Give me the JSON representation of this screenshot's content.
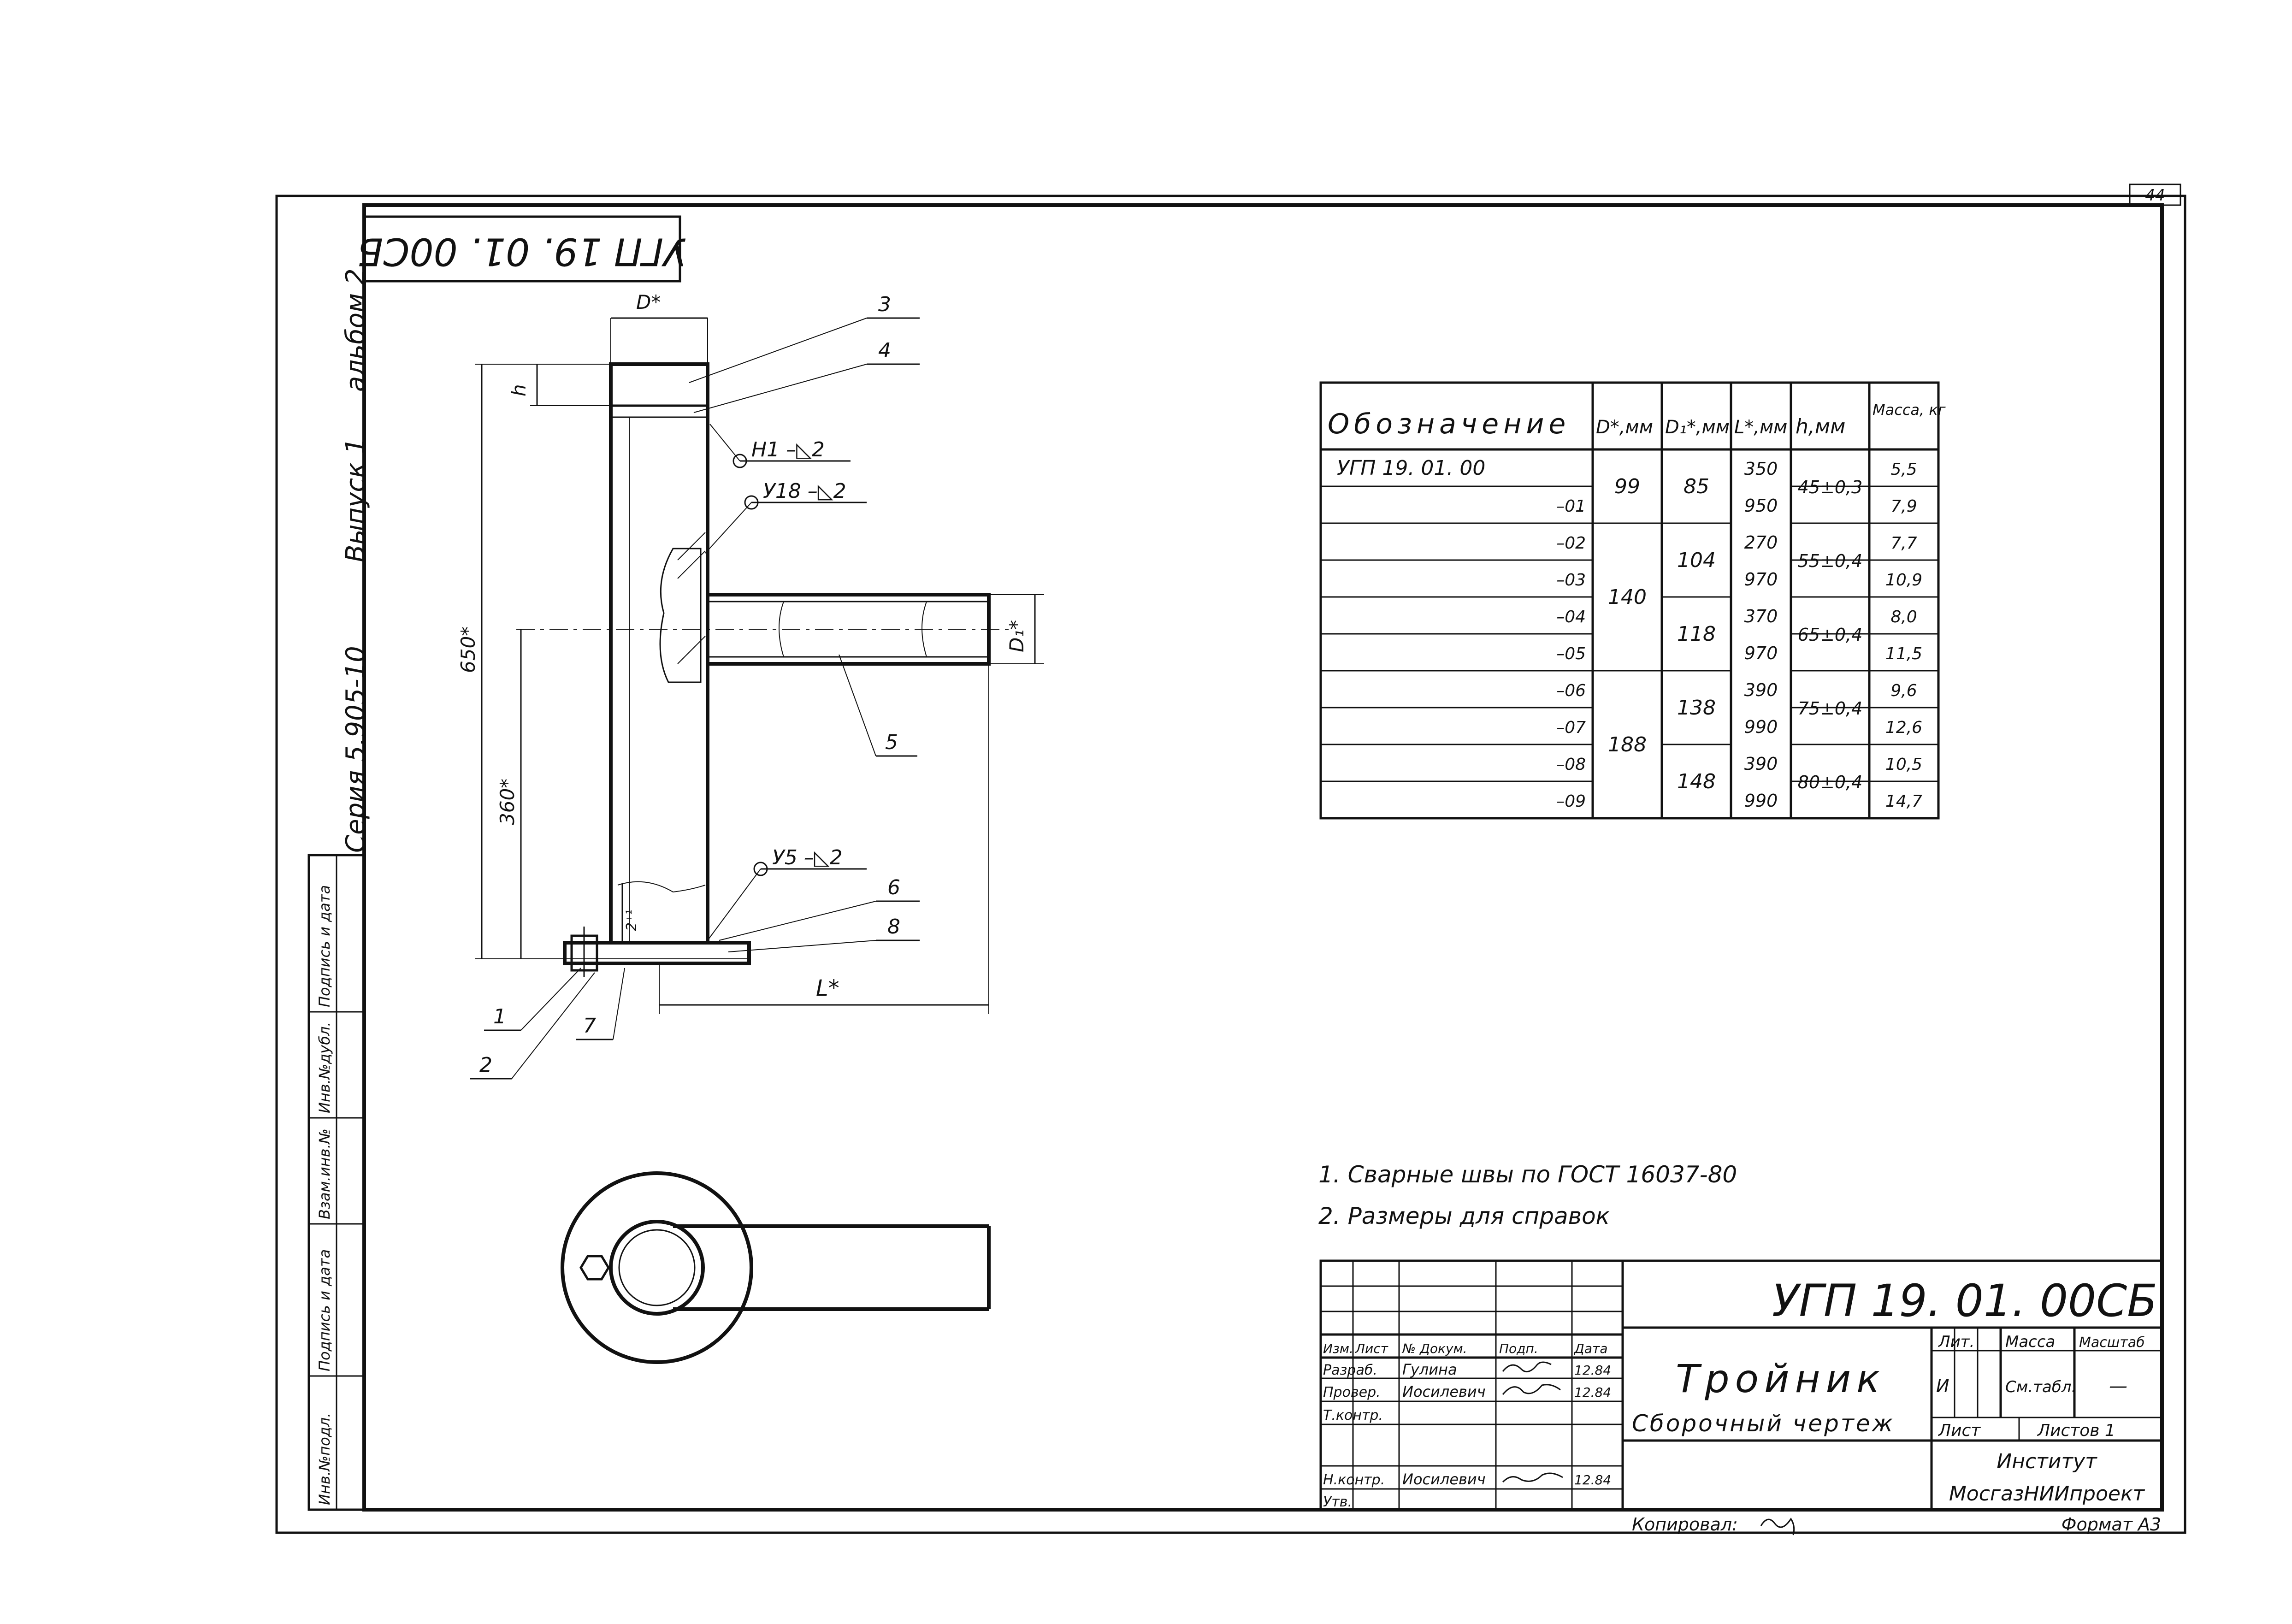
{
  "page_number": "44",
  "drawing_code_rotated": "УГП 19. 01. 00СБ",
  "series_text": "Серия 5.905-10",
  "issue_text": "Выпуск 1",
  "album_text": "альбом 2",
  "side_stamp": [
    "Инв.№подл.",
    "Подпись и дата",
    "Взам.инв.№",
    "Инв.№дубл.",
    "Подпись и дата"
  ],
  "callouts": {
    "d_star": "D*",
    "d1_star": "D₁*",
    "h": "h",
    "l_star": "L*",
    "dim_650": "650*",
    "dim_360": "360*",
    "dim_2_1": "2⁺¹",
    "weld_1": "Н1 –◺2",
    "weld_2": "У18 –◺2",
    "weld_3": "У5 –◺2",
    "part_1": "1",
    "part_2": "2",
    "part_3": "3",
    "part_4": "4",
    "part_5": "5",
    "part_6": "6",
    "part_7": "7",
    "part_8": "8"
  },
  "table": {
    "headers": [
      "Обозначение",
      "D*,мм",
      "D₁*,мм",
      "L*,мм",
      "h,мм",
      "Масса, кг"
    ],
    "designations": [
      "УГП 19. 01. 00",
      "–01",
      "–02",
      "–03",
      "–04",
      "–05",
      "–06",
      "–07",
      "–08",
      "–09"
    ],
    "D": [
      "99",
      "140",
      "188"
    ],
    "D1": [
      "85",
      "104",
      "118",
      "138",
      "148"
    ],
    "L": [
      "350",
      "950",
      "270",
      "970",
      "370",
      "970",
      "390",
      "990",
      "390",
      "990"
    ],
    "h": [
      "45±0,3",
      "55±0,4",
      "65±0,4",
      "75±0,4",
      "80±0,4"
    ],
    "mass": [
      "5,5",
      "7,9",
      "7,7",
      "10,9",
      "8,0",
      "11,5",
      "9,6",
      "12,6",
      "10,5",
      "14,7"
    ]
  },
  "notes": [
    "1. Сварные швы по ГОСТ 16037-80",
    "2. Размеры для справок"
  ],
  "title_block": {
    "code": "УГП 19. 01. 00СБ",
    "title": "Тройник",
    "subtitle": "Сборочный чертеж",
    "hdr_izm": "Изм.",
    "hdr_list": "Лист",
    "hdr_ndoc": "№ Докум.",
    "hdr_podp": "Подп.",
    "hdr_data": "Дата",
    "role_razrab": "Разраб.",
    "role_prover": "Провер.",
    "role_tkontr": "Т.контр.",
    "role_nkontr": "Н.контр.",
    "role_utv": "Утв.",
    "name_razrab": "Гулина",
    "name_prover": "Иосилевич",
    "name_nkontr": "Иосилевич",
    "date_1": "12.84",
    "date_2": "12.84",
    "date_3": "12.84",
    "lit_label": "Лит.",
    "mass_label": "Масса",
    "scale_label": "Масштаб",
    "lit_value": "И",
    "mass_value": "См.табл.",
    "scale_value": "—",
    "sheet_label": "Лист",
    "sheets_label": "Листов 1",
    "institute_1": "Институт",
    "institute_2": "МосгазНИИпроект"
  },
  "copied_label": "Копировал:",
  "format_label": "Формат А3"
}
